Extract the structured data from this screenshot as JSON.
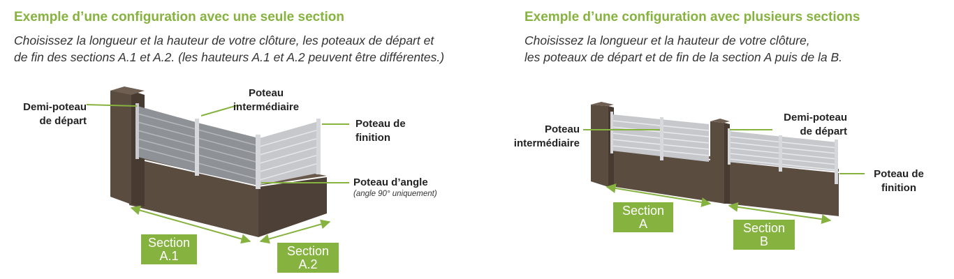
{
  "colors": {
    "accent": "#86b23f",
    "wall": "#5b4c40",
    "wall_dark": "#463a31",
    "panel_dark": "#8e9196",
    "panel_light": "#c6c8cb"
  },
  "left": {
    "heading": "Exemple d’une configuration avec une seule section",
    "desc": [
      "Choisissez la longueur et la hauteur de votre clôture, les poteaux de départ et",
      "de fin des sections A.1 et A.2. (les hauteurs A.1 et A.2 peuvent être différentes.)"
    ],
    "labels": {
      "start_post": [
        "Demi-poteau",
        "de départ"
      ],
      "middle_post": [
        "Poteau",
        "intermédiaire"
      ],
      "end_post": [
        "Poteau de",
        "finition"
      ],
      "corner_post": "Poteau d’angle",
      "corner_note": "(angle 90° uniquement)"
    },
    "badges": [
      [
        "Section",
        "A.1"
      ],
      [
        "Section",
        "A.2"
      ]
    ]
  },
  "right": {
    "heading": "Exemple d’une configuration avec plusieurs sections",
    "desc": [
      "Choisissez la longueur et  la hauteur de votre clôture,",
      "les poteaux de départ et de fin de la section A puis de la B."
    ],
    "labels": {
      "middle_post": [
        "Poteau",
        "intermédiaire"
      ],
      "start_post": [
        "Demi-poteau",
        "de départ"
      ],
      "end_post": [
        "Poteau de",
        "finition"
      ]
    },
    "badges": [
      [
        "Section",
        "A"
      ],
      [
        "Section",
        "B"
      ]
    ]
  }
}
